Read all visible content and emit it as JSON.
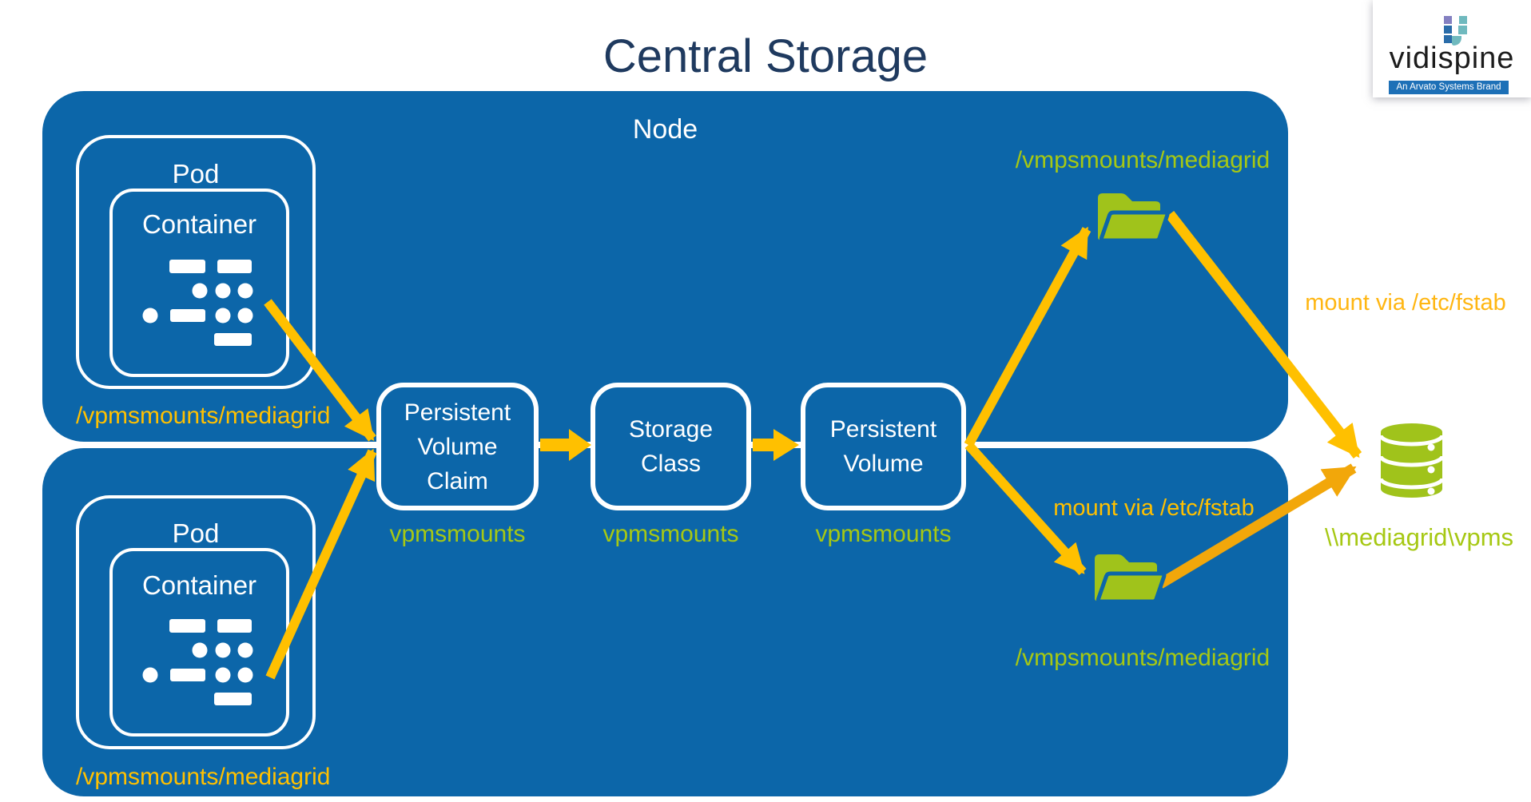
{
  "title": "Central Storage",
  "node": {
    "label": "Node"
  },
  "pods": {
    "top": {
      "label": "Pod",
      "container_label": "Container",
      "path": "/vpmsmounts/mediagrid"
    },
    "bottom": {
      "label": "Pod",
      "container_label": "Container",
      "path": "/vpmsmounts/mediagrid"
    }
  },
  "flow": {
    "pvc": {
      "lines": [
        "Persistent",
        "Volume",
        "Claim"
      ],
      "sub": "vpmsmounts"
    },
    "storage_class": {
      "lines": [
        "Storage",
        "Class"
      ],
      "sub": "vpmsmounts"
    },
    "pv": {
      "lines": [
        "Persistent",
        "Volume"
      ],
      "sub": "vpmsmounts"
    }
  },
  "mounts": {
    "top_folder_label": "/vmpsmounts/mediagrid",
    "bottom_folder_label": "/vmpsmounts/mediagrid",
    "mount_top": "mount via /etc/fstab",
    "mount_bottom": "mount via /etc/fstab",
    "share_label": "\\\\mediagrid\\vpms"
  },
  "logo": {
    "brand": "vidispine",
    "banner": "An Arvato Systems Brand"
  },
  "colors": {
    "node_blue": "#0c66a9",
    "arrow_yellow": "#ffc000",
    "arrow_orange": "#f2a70a",
    "green": "#a6c813",
    "title_navy": "#1f3a5f",
    "banner_blue": "#1d70b7",
    "logo_purple": "#8480c1",
    "logo_teal": "#6fb9be"
  }
}
